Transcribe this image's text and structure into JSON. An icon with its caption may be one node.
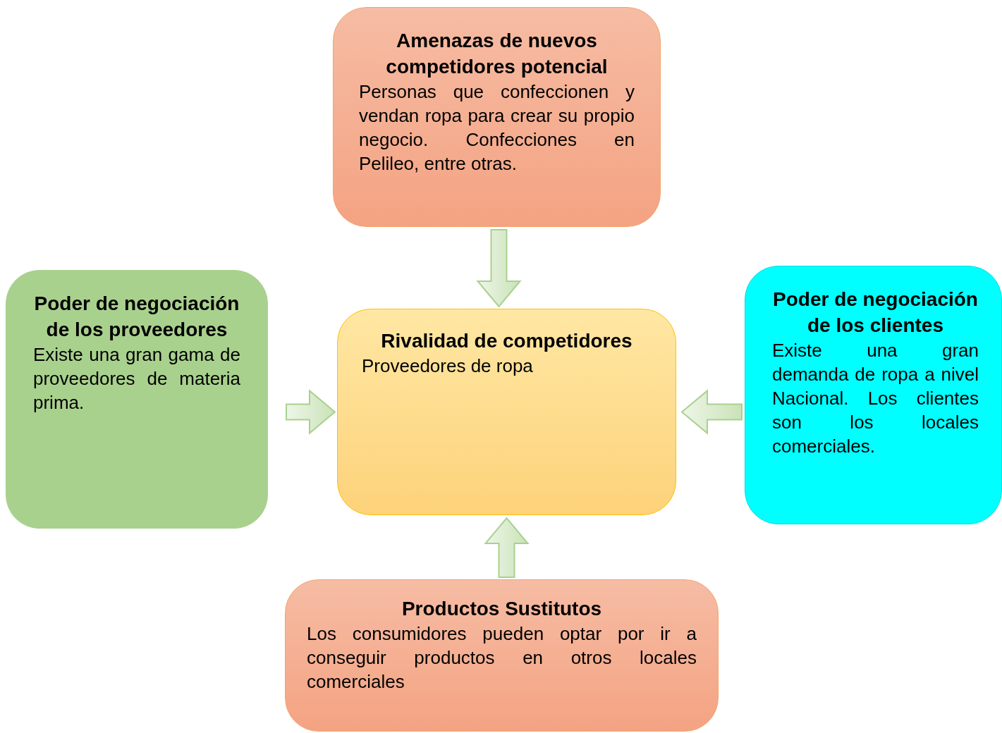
{
  "diagram": {
    "nodes": [
      {
        "text": [
          "Amenazas de nuevos competidores potencial",
          "Personas que confeccionen y vendan ropa para crear su propio negocio. Confecciones en Pelileo, entre otras."
        ]
      },
      {
        "text": [
          "Poder de negociación de los proveedores",
          "Existe una gran gama de proveedores de materia prima."
        ]
      },
      {
        "text": [
          "Rivalidad de competidores",
          "Proveedores de ropa"
        ]
      },
      {
        "text": [
          "Poder de negociación de los clientes",
          "Existe una gran demanda de ropa a nivel Nacional. Los clientes son los locales comerciales."
        ]
      },
      {
        "text": [
          "Productos Sustitutos",
          "Los consumidores pueden optar por ir a conseguir productos en otros locales comerciales"
        ]
      }
    ],
    "edges": [
      {
        "from": 0,
        "to": 2,
        "arrow": "to"
      },
      {
        "from": 1,
        "to": 2,
        "arrow": "to"
      },
      {
        "from": 3,
        "to": 2,
        "arrow": "to"
      },
      {
        "from": 4,
        "to": 2,
        "arrow": "to"
      }
    ]
  }
}
